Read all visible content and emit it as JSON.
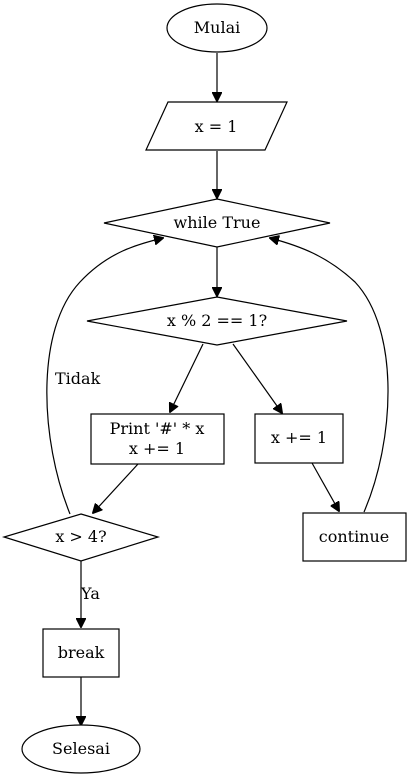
{
  "nodes": {
    "start": "Mulai",
    "init": "x = 1",
    "loop": "while True",
    "cond_odd": "x % 2 == 1?",
    "print_line1": "Print '#' * x",
    "print_line2": "x += 1",
    "inc": "x += 1",
    "cont": "continue",
    "cond_gt": "x > 4?",
    "brk": "break",
    "end": "Selesai"
  },
  "edge_labels": {
    "no": "Tidak",
    "yes": "Ya"
  }
}
